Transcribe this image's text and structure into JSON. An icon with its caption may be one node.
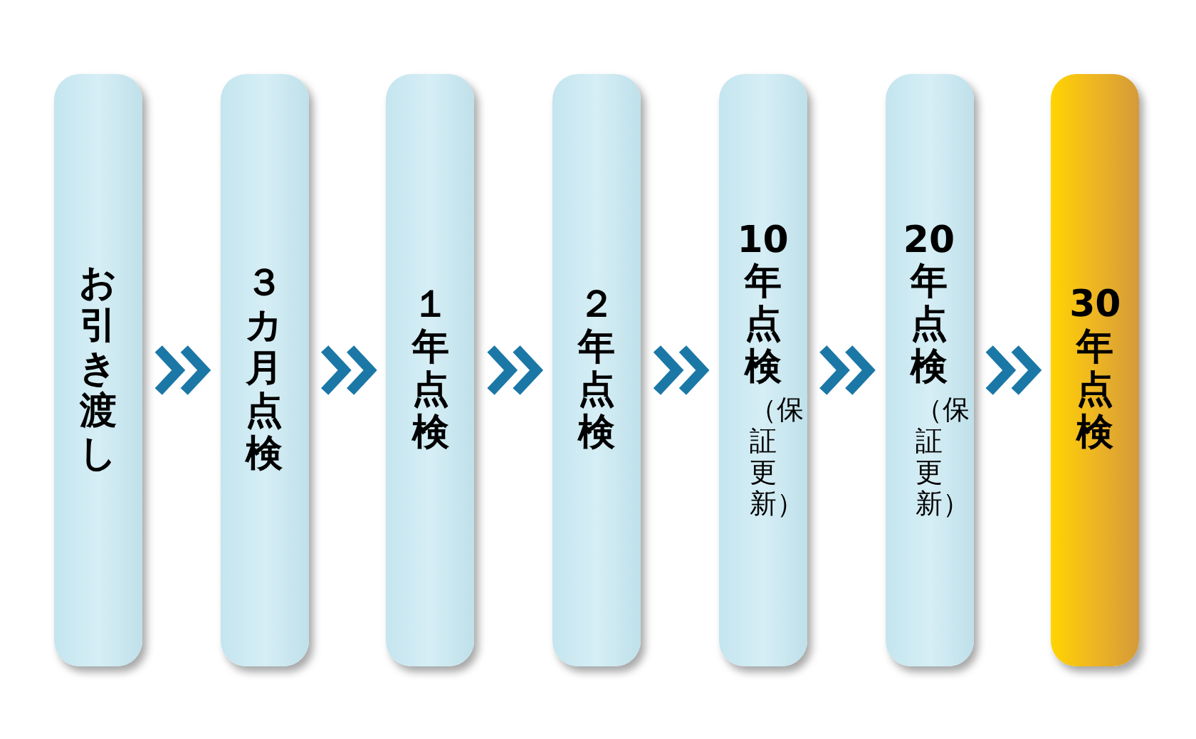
{
  "diagram": {
    "nodes": [
      {
        "text": [
          "お引き渡し"
        ]
      },
      {
        "text": [
          "３カ月点検"
        ]
      },
      {
        "text": [
          "１年点検"
        ]
      },
      {
        "text": [
          "２年点検"
        ]
      },
      {
        "text": [
          "10年点検",
          "（保証更新）"
        ]
      },
      {
        "text": [
          "20年点検",
          "（保証更新）"
        ]
      },
      {
        "text": [
          "30年点検"
        ]
      }
    ],
    "edges": [
      {
        "from": 0,
        "to": 1,
        "arrow": "to"
      },
      {
        "from": 1,
        "to": 2,
        "arrow": "to"
      },
      {
        "from": 2,
        "to": 3,
        "arrow": "to"
      },
      {
        "from": 3,
        "to": 4,
        "arrow": "to"
      },
      {
        "from": 4,
        "to": 5,
        "arrow": "to"
      },
      {
        "from": 5,
        "to": 6,
        "arrow": "to"
      }
    ]
  }
}
